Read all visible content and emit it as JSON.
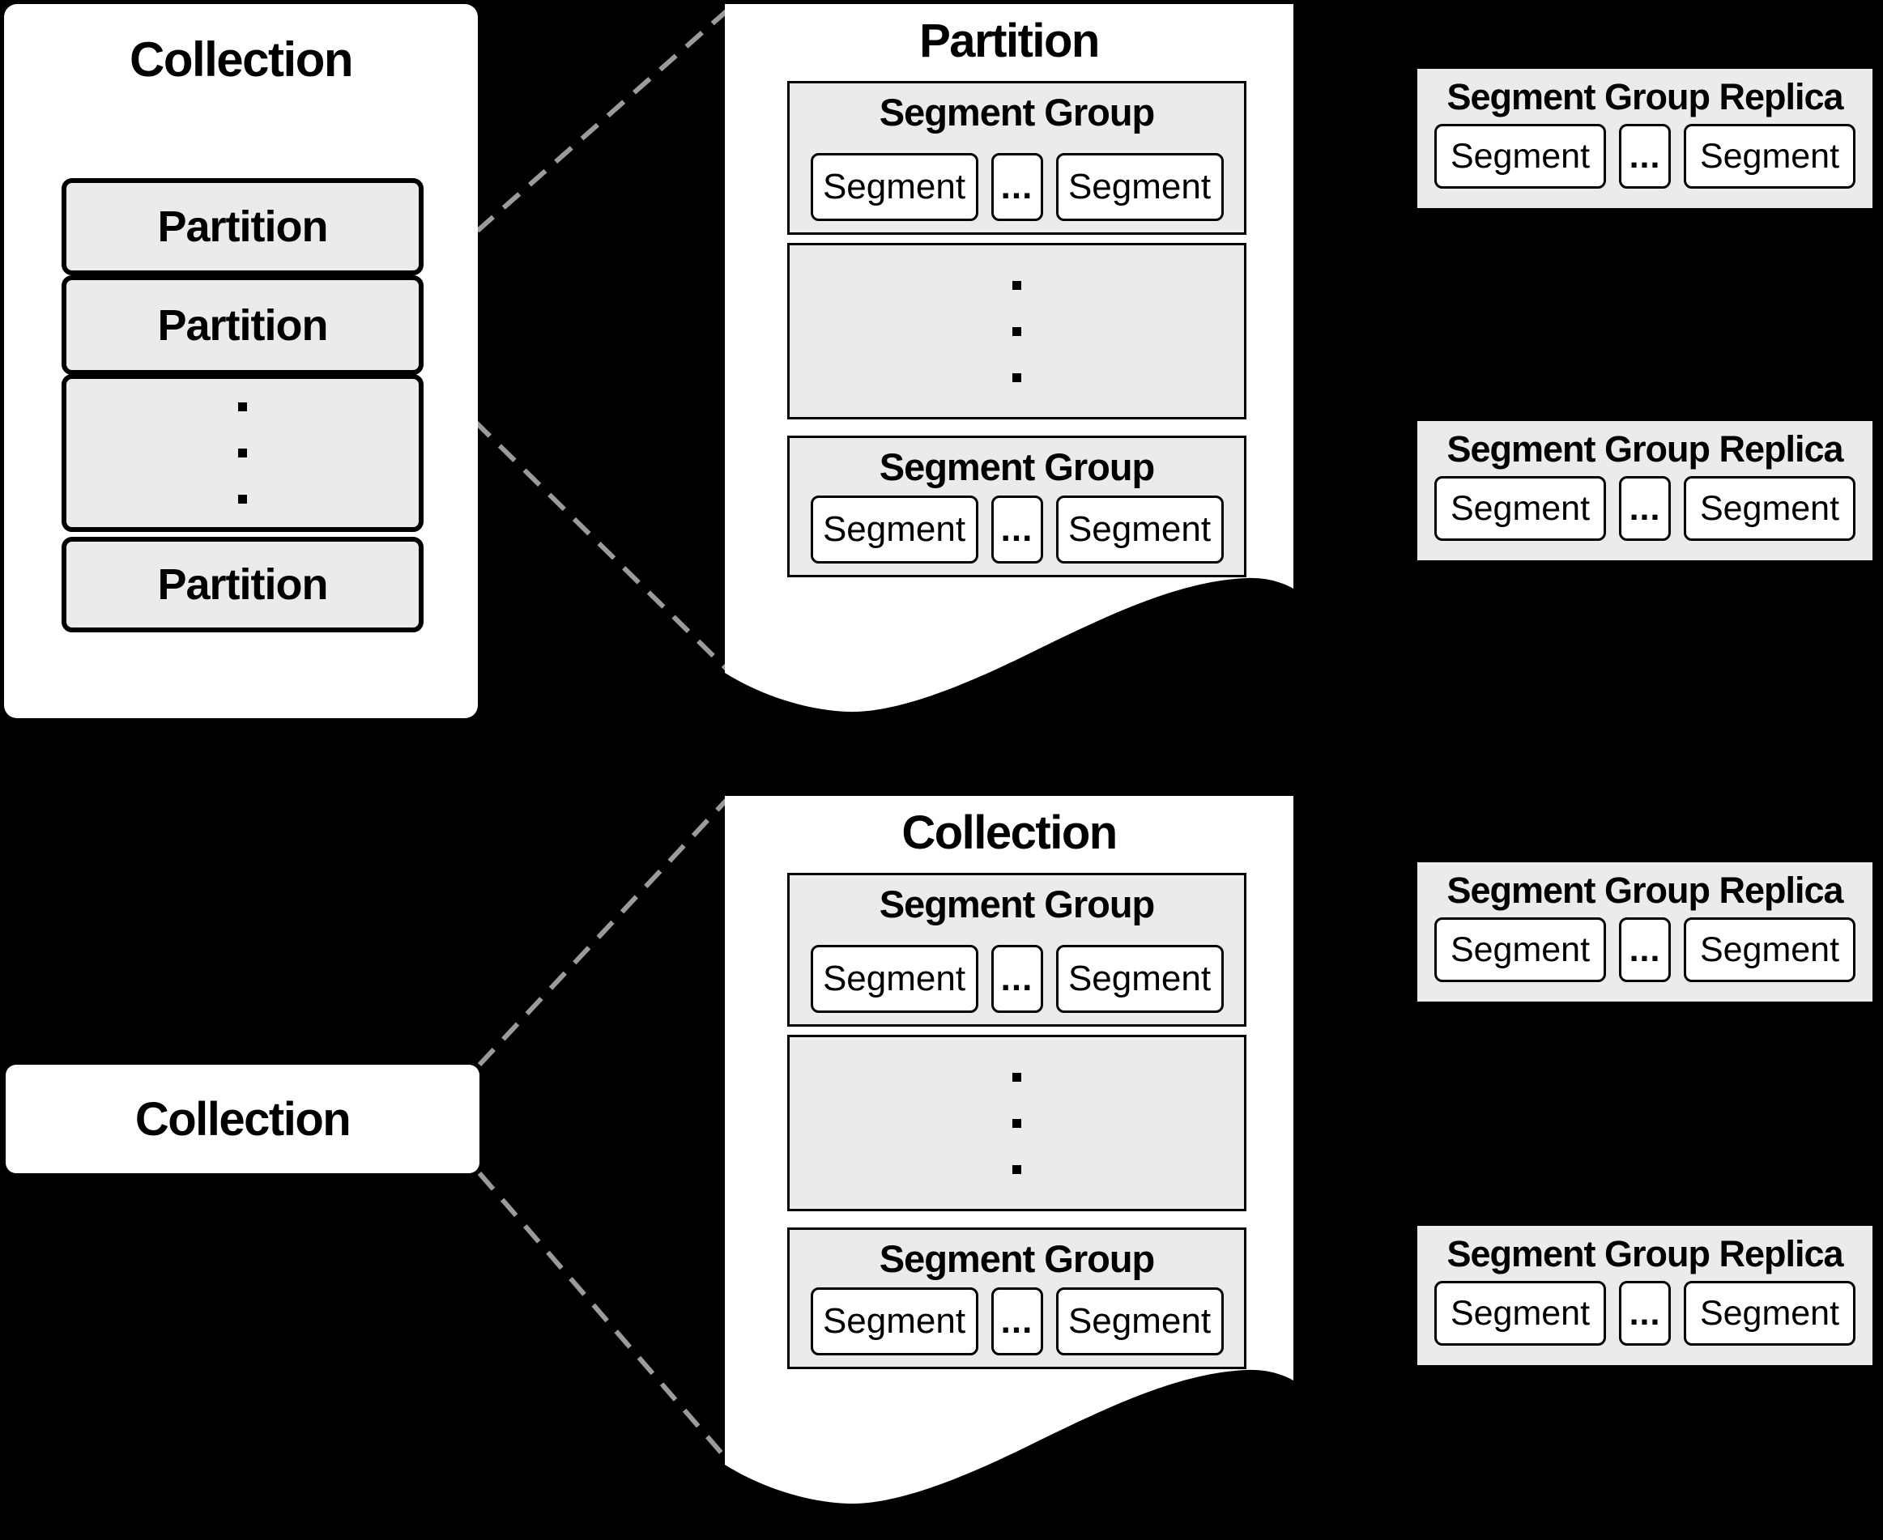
{
  "colors": {
    "background": "#000000",
    "panel_fill": "#ffffff",
    "box_fill": "#ebebeb",
    "border": "#000000",
    "dashed_line": "#9b9b9b"
  },
  "left_collection": {
    "title": "Collection",
    "partition_labels": [
      "Partition",
      "Partition",
      "Partition"
    ]
  },
  "partition_detail_panel": {
    "title": "Partition",
    "segment_groups": [
      {
        "title": "Segment Group",
        "segments": [
          "Segment",
          "Segment"
        ],
        "ellipsis": "..."
      },
      {
        "title": "Segment Group",
        "segments": [
          "Segment",
          "Segment"
        ],
        "ellipsis": "..."
      }
    ]
  },
  "collection_detail_panel": {
    "title": "Collection",
    "segment_groups": [
      {
        "title": "Segment Group",
        "segments": [
          "Segment",
          "Segment"
        ],
        "ellipsis": "..."
      },
      {
        "title": "Segment Group",
        "segments": [
          "Segment",
          "Segment"
        ],
        "ellipsis": "..."
      }
    ]
  },
  "collection_label_box": {
    "title": "Collection"
  },
  "replicas": [
    {
      "title": "Segment Group Replica",
      "segments": [
        "Segment",
        "Segment"
      ],
      "ellipsis": "..."
    },
    {
      "title": "Segment Group Replica",
      "segments": [
        "Segment",
        "Segment"
      ],
      "ellipsis": "..."
    },
    {
      "title": "Segment Group Replica",
      "segments": [
        "Segment",
        "Segment"
      ],
      "ellipsis": "..."
    },
    {
      "title": "Segment Group Replica",
      "segments": [
        "Segment",
        "Segment"
      ],
      "ellipsis": "..."
    }
  ]
}
